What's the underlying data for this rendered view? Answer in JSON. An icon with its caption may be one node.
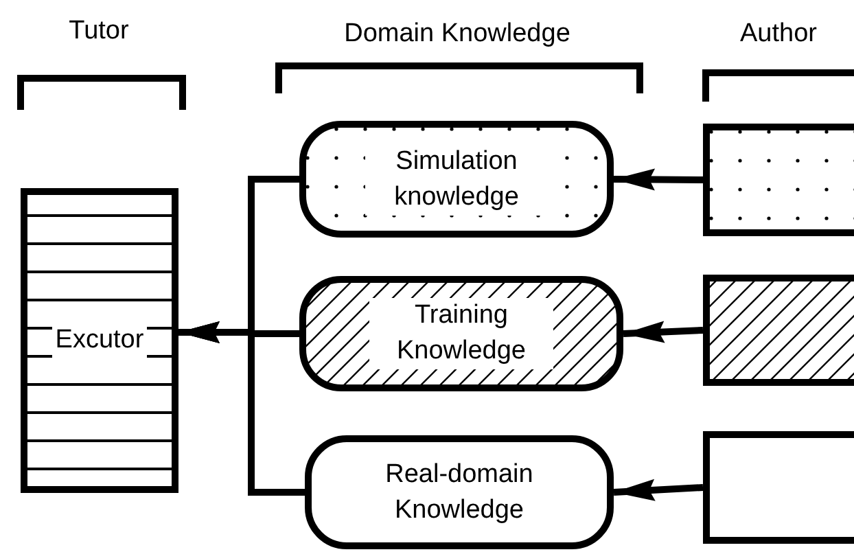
{
  "diagram": {
    "nodes": [
      {
        "text": [
          "Excutor"
        ]
      },
      {
        "text": [
          "Simulation knowledge"
        ]
      },
      {
        "text": [
          "Training Knowledge"
        ]
      },
      {
        "text": [
          "Real-domain Knowledge"
        ]
      },
      {
        "text": [],
        "shape": "box"
      },
      {
        "text": [],
        "shape": "box"
      },
      {
        "text": [],
        "shape": "box"
      }
    ],
    "edges": [
      {
        "from": 4,
        "to": 1,
        "arrow": "to"
      },
      {
        "from": 5,
        "to": 2,
        "arrow": "to"
      },
      {
        "from": 6,
        "to": 3,
        "arrow": "to"
      },
      {
        "from": 1,
        "to": 0,
        "arrow": "to"
      },
      {
        "from": 2,
        "to": 0,
        "arrow": "to"
      },
      {
        "from": 3,
        "to": 0,
        "arrow": "to"
      }
    ],
    "labels": [
      "Tutor",
      "Domain Knowledge",
      "Author"
    ]
  }
}
